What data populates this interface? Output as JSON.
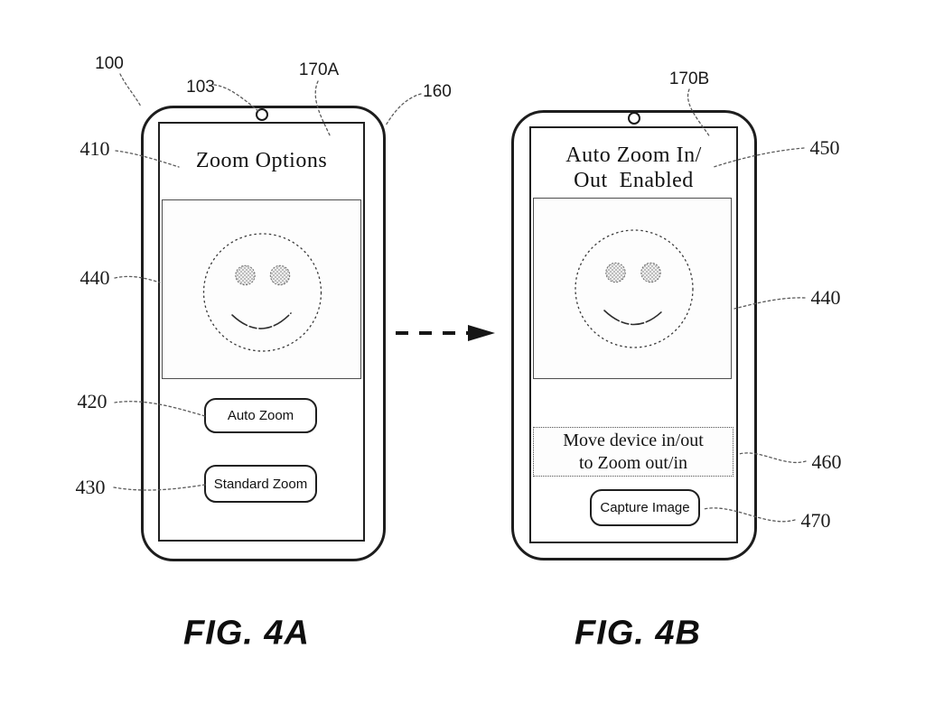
{
  "colors": {
    "ink": "#1f1f1f",
    "leader_gray": "#5a5a5a",
    "background": "#ffffff"
  },
  "fig_a": {
    "caption": "FIG. 4A",
    "screen_title": "Zoom Options",
    "buttons": {
      "auto": "Auto Zoom",
      "standard": "Standard Zoom"
    },
    "refs": {
      "device": "100",
      "camera": "103",
      "display": "170A",
      "body": "160",
      "title": "410",
      "preview": "440",
      "auto_button": "420",
      "standard_button": "430"
    }
  },
  "fig_b": {
    "caption": "FIG. 4B",
    "screen_title": {
      "line1": "Auto Zoom In/",
      "line2": "Out  Enabled"
    },
    "instruction": {
      "line1": "Move device in/out",
      "line2": "to Zoom out/in"
    },
    "capture_button": "Capture Image",
    "refs": {
      "display": "170B",
      "title": "450",
      "preview": "440",
      "instruction": "460",
      "capture_button": "470"
    }
  }
}
